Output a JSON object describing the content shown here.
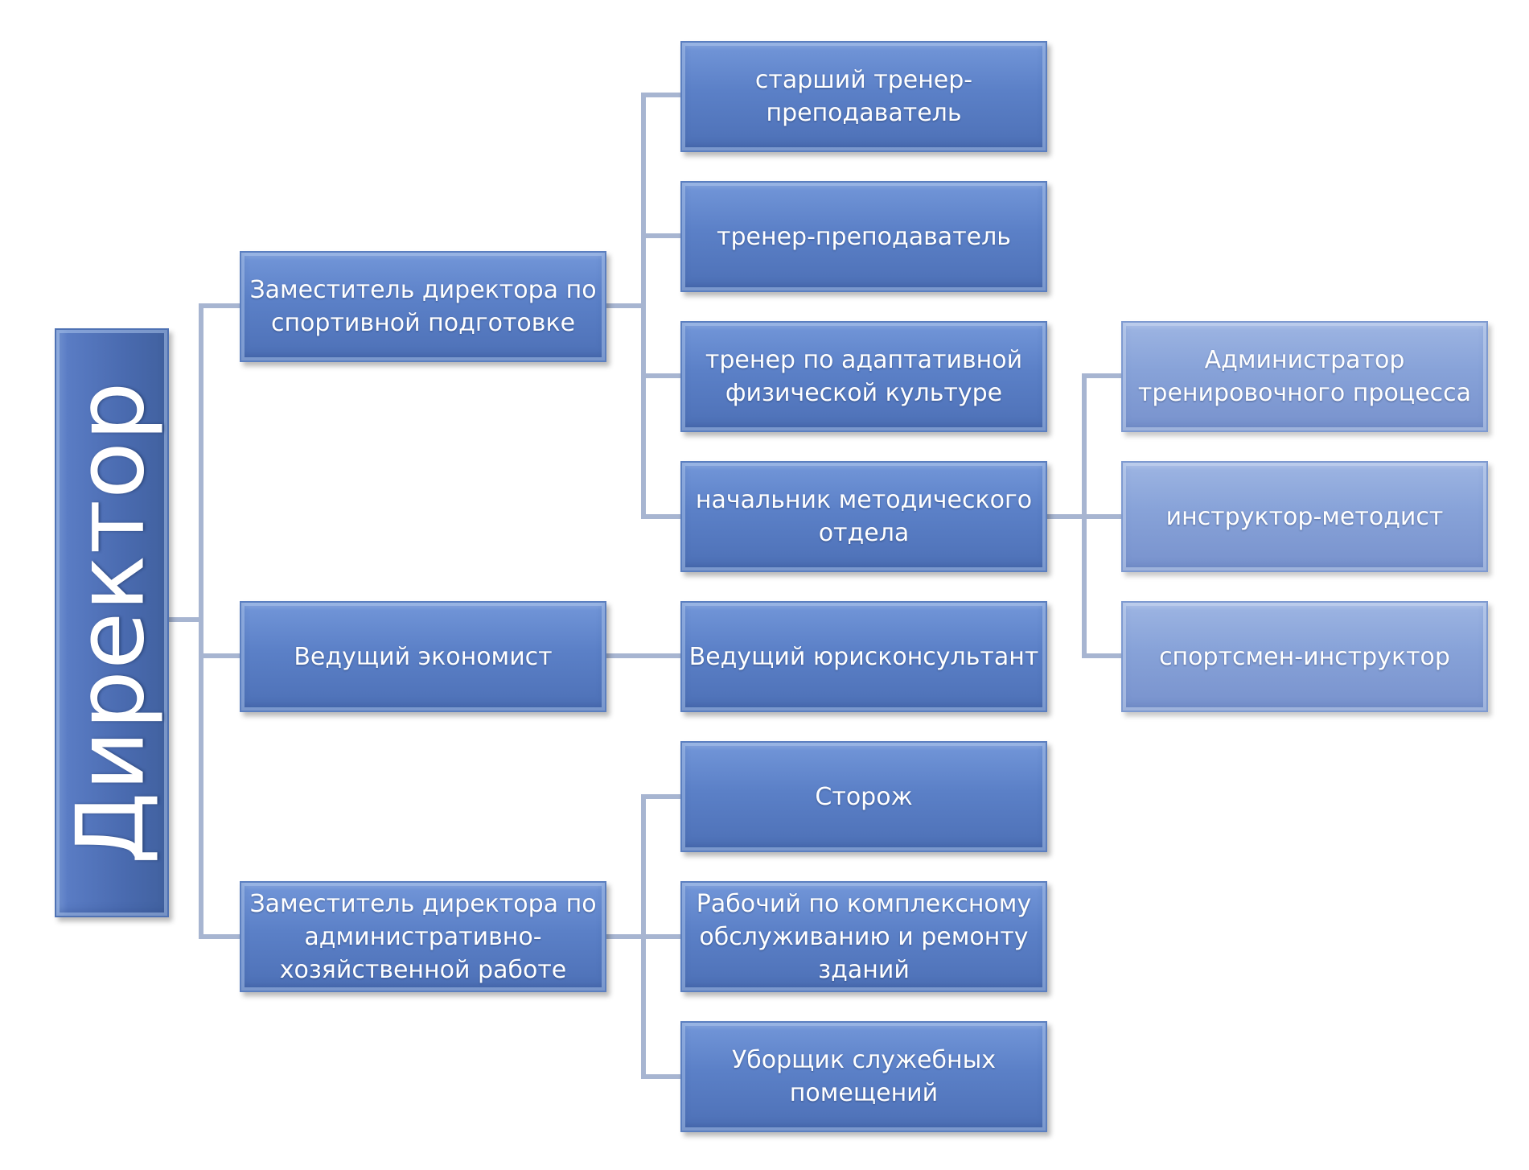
{
  "director": "Директор",
  "deputies": [
    "Заместитель директора по спортивной подготовке",
    "Ведущий экономист",
    "Заместитель директора по административно-\nхозяйственной работе"
  ],
  "sport_staff": [
    "старший тренер-\nпреподаватель",
    "тренер-преподаватель",
    "тренер по адаптативной физической культуре",
    "начальник методического отдела"
  ],
  "economist_staff": [
    "Ведущий юрисконсультант"
  ],
  "admin_staff": [
    "Сторож",
    "Рабочий по комплексному обслуживанию и ремонту зданий",
    "Уборщик служебных помещений"
  ],
  "methodical_staff": [
    "Администратор тренировочного процесса",
    "инструктор-методист",
    "спортсмен-инструктор"
  ],
  "colors": {
    "box_dark": "#5b80c7",
    "box_light": "#87a2d8",
    "connector": "#a7b5d1"
  }
}
